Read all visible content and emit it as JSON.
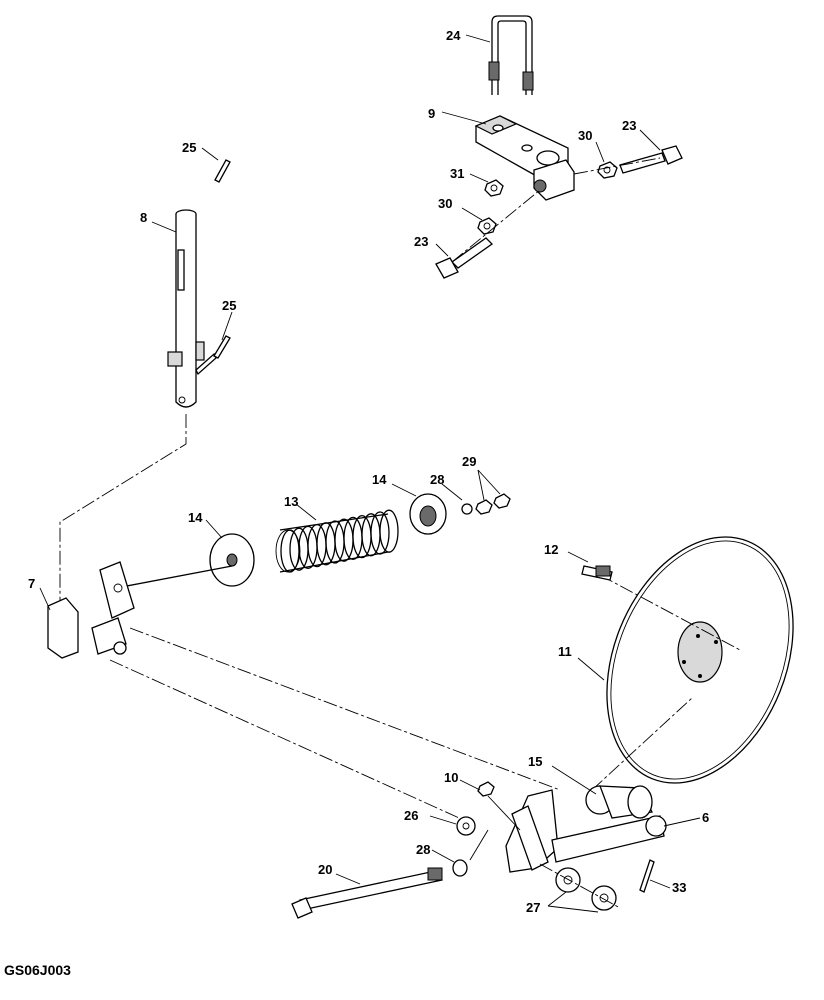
{
  "drawing_id": "GS06J003",
  "callouts": {
    "c24": "24",
    "c9": "9",
    "c30a": "30",
    "c23a": "23",
    "c31": "31",
    "c30b": "30",
    "c23b": "23",
    "c25a": "25",
    "c8": "8",
    "c25b": "25",
    "c14a": "14",
    "c13": "13",
    "c14b": "14",
    "c28a": "28",
    "c29": "29",
    "c7": "7",
    "c12": "12",
    "c11": "11",
    "c10": "10",
    "c15": "15",
    "c26": "26",
    "c6": "6",
    "c20": "20",
    "c28b": "28",
    "c27": "27",
    "c33": "33"
  }
}
